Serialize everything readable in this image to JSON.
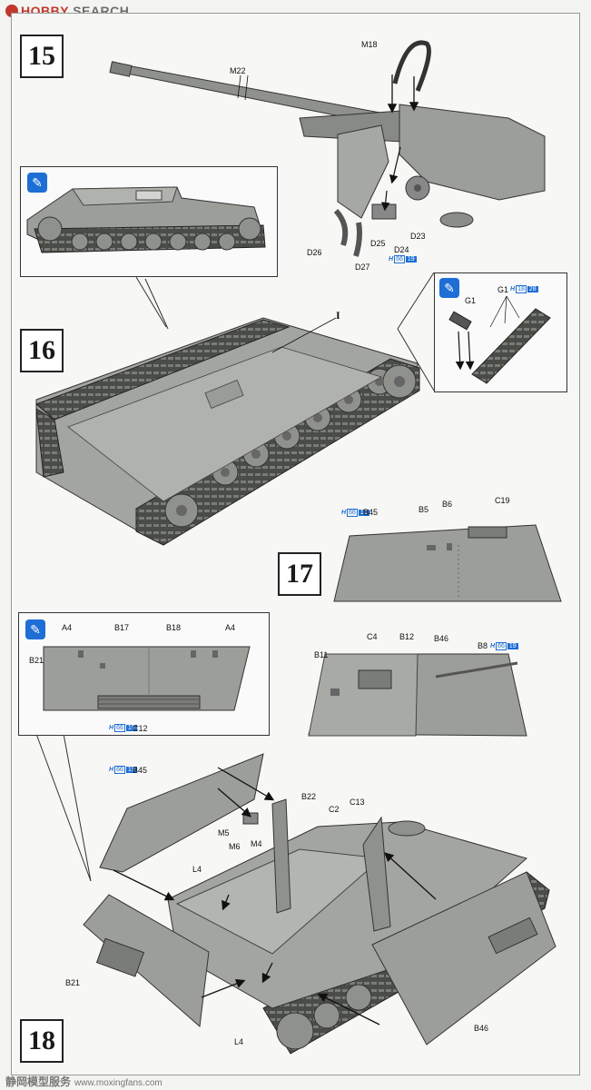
{
  "header": {
    "hobby": "HOBBY",
    "search": "SEARCH"
  },
  "steps": {
    "s15": "15",
    "s16": "16",
    "s17": "17",
    "s18": "18"
  },
  "hull_marker": "I",
  "parts": {
    "m18": "M18",
    "m22": "M22",
    "d23": "D23",
    "d24": "D24",
    "d25": "D25",
    "d26": "D26",
    "d27": "D27",
    "g1": "G1",
    "g1b": "G1",
    "b45a": "B45",
    "b5": "B5",
    "b6": "B6",
    "c19": "C19",
    "a4a": "A4",
    "b17": "B17",
    "b18": "B18",
    "a4b": "A4",
    "b21a": "B21",
    "c12": "C12",
    "b11": "B11",
    "c4": "C4",
    "b12": "B12",
    "b46a": "B46",
    "b8": "B8",
    "b45b": "B45",
    "b22": "B22",
    "c2": "C2",
    "c13": "C13",
    "m5": "M5",
    "m6": "M6",
    "m4": "M4",
    "l4a": "L4",
    "b21b": "B21",
    "l4b": "L4",
    "b46b": "B46"
  },
  "color_codes": {
    "h": "H",
    "c66": "66",
    "n19": "19",
    "c18": "18",
    "n28": "28"
  },
  "watermark": {
    "main": "静岡模型服务",
    "url": "www.moxingfans.com"
  },
  "colors": {
    "accent": "#1e6ed6",
    "model_gray": "#9a9c98",
    "dark_gray": "#5d5f5b"
  },
  "icons": [
    "paint-brush-icon"
  ]
}
